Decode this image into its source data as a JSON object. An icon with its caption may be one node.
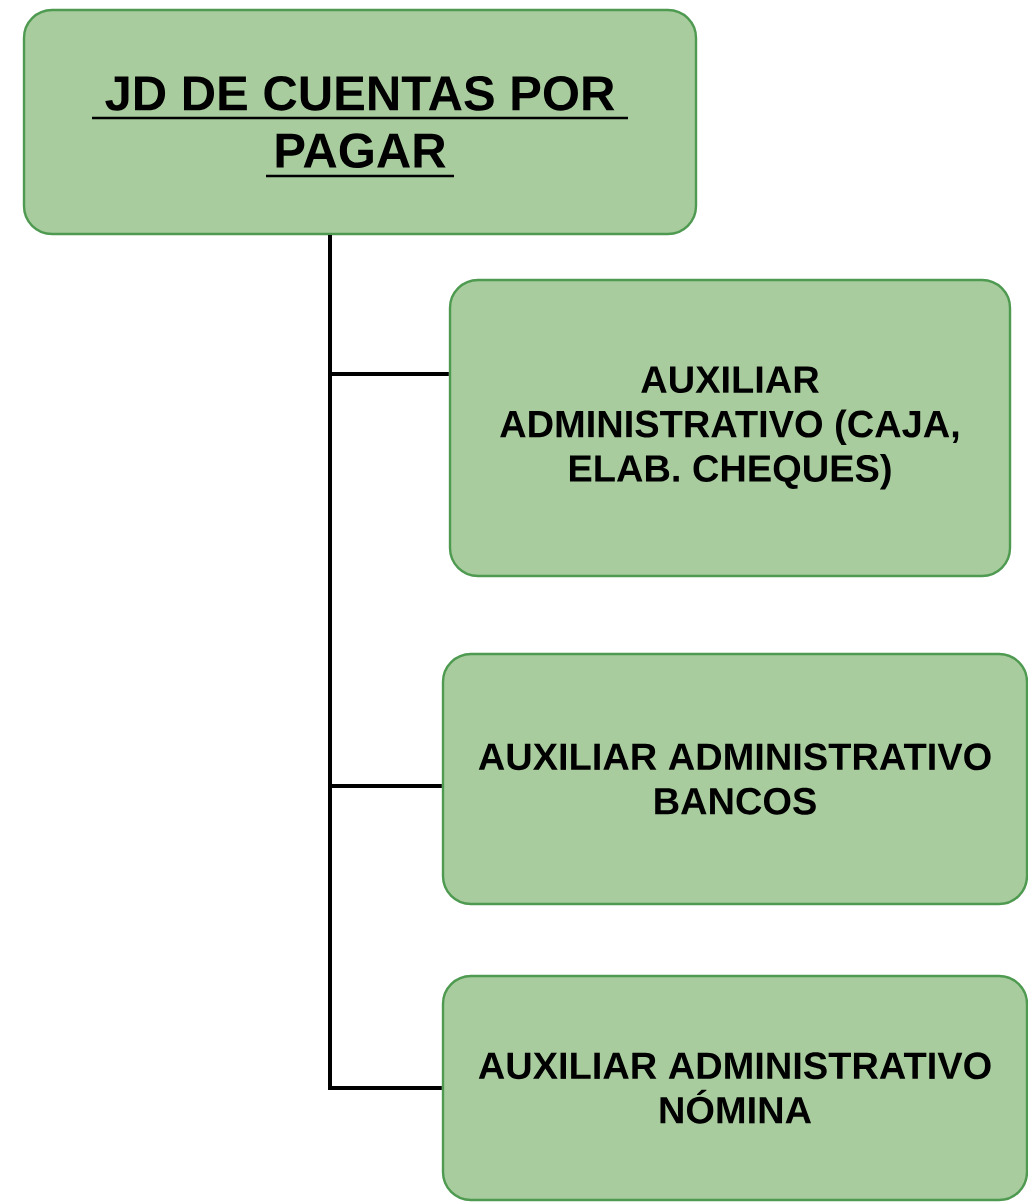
{
  "diagram": {
    "nodes": [
      {
        "text": [
          "JD DE CUENTAS POR PAGAR"
        ]
      },
      {
        "text": [
          "AUXILIAR ADMINISTRATIVO (CAJA, ELAB. CHEQUES)"
        ]
      },
      {
        "text": [
          "AUXILIAR ADMINISTRATIVO BANCOS"
        ]
      },
      {
        "text": [
          "AUXILIAR ADMINISTRATIVO NÓMINA"
        ]
      }
    ],
    "edges": [
      {
        "from": 0,
        "to": 1,
        "arrow": "none"
      },
      {
        "from": 0,
        "to": 2,
        "arrow": "none"
      },
      {
        "from": 0,
        "to": 3,
        "arrow": "none"
      }
    ]
  }
}
